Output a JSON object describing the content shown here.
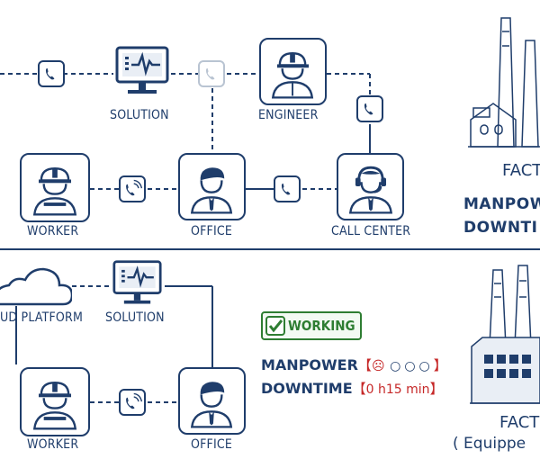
{
  "top": {
    "labels": {
      "solution": "SOLUTION",
      "engineer": "ENGINEER",
      "worker": "WORKER",
      "office": "OFFICE",
      "call_center": "CALL CENTER"
    },
    "factory_label": "FACT",
    "manpower_label": "MANPOW",
    "downtime_label": "DOWNTI"
  },
  "bottom": {
    "labels": {
      "cloud_platform": "UD PLATFORM",
      "solution": "SOLUTION",
      "worker": "WORKER",
      "office": "OFFICE"
    },
    "status_badge": "WORKING",
    "manpower_label": "MANPOWER",
    "manpower_bracket_open": "【",
    "manpower_indicator": "☹",
    "manpower_dots": "○○○",
    "manpower_bracket_close": "】",
    "downtime_label": "DOWNTIME",
    "downtime_bracket_open": "【",
    "downtime_value": "0 h15 min",
    "downtime_bracket_close": "】",
    "factory_label": "FACT",
    "factory_sublabel": "( Equippe"
  },
  "colors": {
    "primary": "#1f3d6b",
    "working_green": "#2e7d32",
    "alert_red": "#c62828",
    "faded": "#b9c4d2"
  }
}
